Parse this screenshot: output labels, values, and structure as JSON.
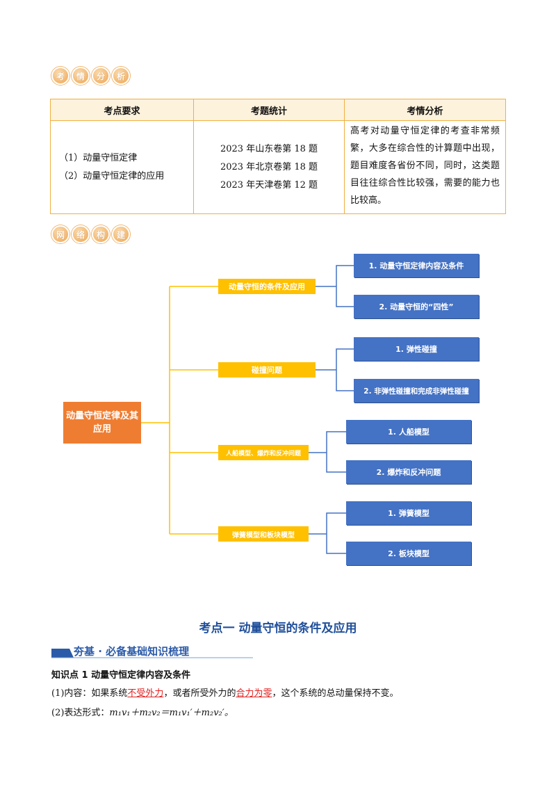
{
  "badges1": [
    "考",
    "情",
    "分",
    "析"
  ],
  "badges2": [
    "网",
    "络",
    "构",
    "建"
  ],
  "table": {
    "headers": [
      "考点要求",
      "考题统计",
      "考情分析"
    ],
    "requirements": [
      "（1）动量守恒定律",
      "（2）动量守恒定律的应用"
    ],
    "stats": [
      "2023 年山东卷第 18 题",
      "2023 年北京卷第 18 题",
      "2023 年天津卷第 12 题"
    ],
    "analysis": "高考对动量守恒定律的考查非常频繁，大多在综合性的计算题中出现，题目难度各省份不同，同时，这类题目往往综合性比较强，需要的能力也比较高。"
  },
  "mindmap": {
    "root": "动量守恒定律及其应用",
    "branches": [
      {
        "label": "动量守恒的条件及应用",
        "children": [
          "1. 动量守恒定律内容及条件",
          "2. 动量守恒的“四性”"
        ]
      },
      {
        "label": "碰撞问题",
        "children": [
          "1. 弹性碰撞",
          "2. 非弹性碰撞和完成非弹性碰撞"
        ]
      },
      {
        "label": "人船模型、爆炸和反冲问题",
        "children": [
          "1. 人船模型",
          "2. 爆炸和反冲问题"
        ]
      },
      {
        "label": "弹簧模型和板块模型",
        "children": [
          "1. 弹簧模型",
          "2. 板块模型"
        ]
      }
    ]
  },
  "section_title": "考点一  动量守恒的条件及应用",
  "banner": "夯基 · 必备基础知识梳理",
  "knowledge_point": "知识点 1  动量守恒定律内容及条件",
  "para1": {
    "prefix": "(1)内容：如果系统",
    "red1": "不受外力",
    "mid": "，或者所受外力的",
    "red2": "合力为零",
    "suffix": "，这个系统的总动量保持不变。"
  },
  "para2": {
    "prefix": "(2)表达形式：",
    "formula": "m₁v₁＋m₂v₂＝m₁v₁′＋m₂v₂′。"
  },
  "colors": {
    "orange": "#ef7d31",
    "yellow": "#ffc000",
    "blue": "#4472c4",
    "table_border": "#f0b040"
  }
}
